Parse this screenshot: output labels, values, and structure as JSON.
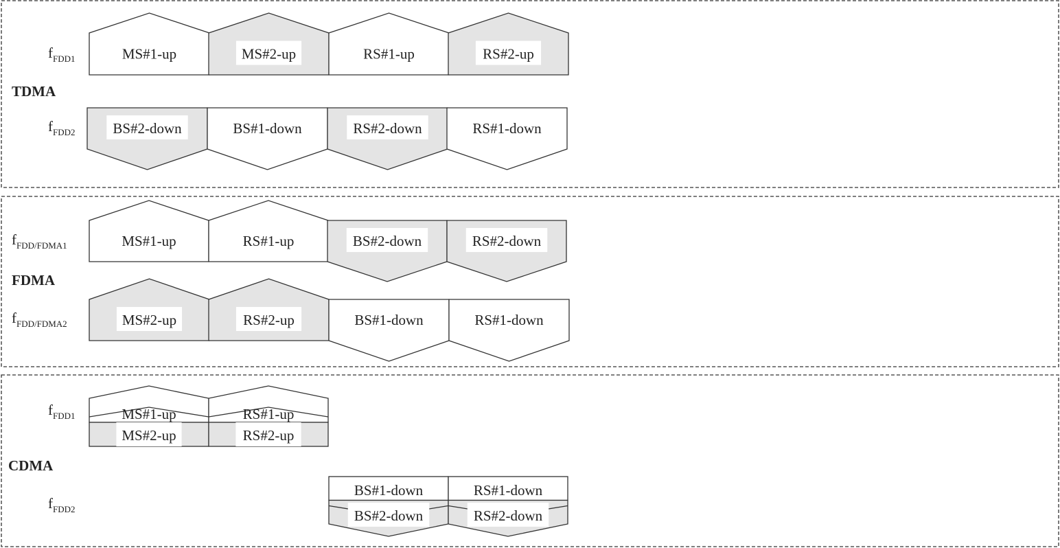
{
  "colors": {
    "shaded": "#e4e4e4",
    "plain": "#ffffff",
    "stroke": "#333333"
  },
  "tdma": {
    "mode_label": "TDMA",
    "row1": {
      "freq_main": "f",
      "freq_sub": "FDD1",
      "slots": [
        {
          "label": "MS#1-up",
          "shaded": false,
          "direction": "up"
        },
        {
          "label": "MS#2-up",
          "shaded": true,
          "direction": "up"
        },
        {
          "label": "RS#1-up",
          "shaded": false,
          "direction": "up"
        },
        {
          "label": "RS#2-up",
          "shaded": true,
          "direction": "up"
        }
      ]
    },
    "row2": {
      "freq_main": "f",
      "freq_sub": "FDD2",
      "slots": [
        {
          "label": "BS#2-down",
          "shaded": true,
          "direction": "down"
        },
        {
          "label": "BS#1-down",
          "shaded": false,
          "direction": "down"
        },
        {
          "label": "RS#2-down",
          "shaded": true,
          "direction": "down"
        },
        {
          "label": "RS#1-down",
          "shaded": false,
          "direction": "down"
        }
      ]
    }
  },
  "fdma": {
    "mode_label": "FDMA",
    "row1": {
      "freq_main": "f",
      "freq_sub": "FDD/FDMA1",
      "slots": [
        {
          "label": "MS#1-up",
          "shaded": false,
          "direction": "up"
        },
        {
          "label": "RS#1-up",
          "shaded": false,
          "direction": "up"
        },
        {
          "label": "BS#2-down",
          "shaded": true,
          "direction": "down"
        },
        {
          "label": "RS#2-down",
          "shaded": true,
          "direction": "down"
        }
      ]
    },
    "row2": {
      "freq_main": "f",
      "freq_sub": "FDD/FDMA2",
      "slots": [
        {
          "label": "MS#2-up",
          "shaded": true,
          "direction": "up"
        },
        {
          "label": "RS#2-up",
          "shaded": true,
          "direction": "up"
        },
        {
          "label": "BS#1-down",
          "shaded": false,
          "direction": "down"
        },
        {
          "label": "RS#1-down",
          "shaded": false,
          "direction": "down"
        }
      ]
    }
  },
  "cdma": {
    "mode_label": "CDMA",
    "row1": {
      "freq_main": "f",
      "freq_sub": "FDD1",
      "slots": [
        {
          "top_label": "MS#1-up",
          "bottom_label": "MS#2-up",
          "direction": "up"
        },
        {
          "top_label": "RS#1-up",
          "bottom_label": "RS#2-up",
          "direction": "up"
        }
      ]
    },
    "row2": {
      "freq_main": "f",
      "freq_sub": "FDD2",
      "slots": [
        {
          "top_label": "BS#1-down",
          "bottom_label": "BS#2-down",
          "direction": "down"
        },
        {
          "top_label": "RS#1-down",
          "bottom_label": "RS#2-down",
          "direction": "down"
        }
      ]
    }
  }
}
